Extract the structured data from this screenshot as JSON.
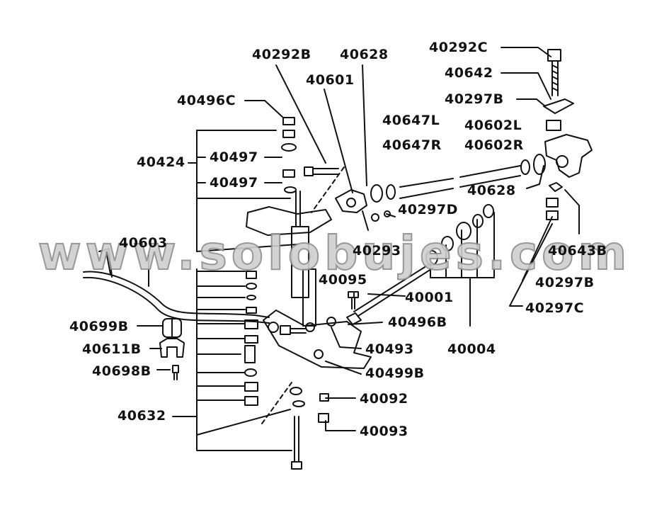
{
  "diagram": {
    "watermark": "www.solobujes.com",
    "labels": {
      "p40292C": "40292C",
      "p40642": "40642",
      "p40297B_top": "40297B",
      "p40628_top": "40628",
      "p40292B": "40292B",
      "p40601": "40601",
      "p40496C": "40496C",
      "p40647L": "40647L",
      "p40647R": "40647R",
      "p40602L": "40602L",
      "p40602R": "40602R",
      "p40424": "40424",
      "p40497_a": "40497",
      "p40497_b": "40497",
      "p40628_mid": "40628",
      "p40297D": "40297D",
      "p40293": "40293",
      "p40603": "40603",
      "p40643B": "40643B",
      "p40095": "40095",
      "p40297B_right": "40297B",
      "p40001": "40001",
      "p40297C": "40297C",
      "p40699B": "40699B",
      "p40496B": "40496B",
      "p40611B": "40611B",
      "p40493": "40493",
      "p40004": "40004",
      "p40698B": "40698B",
      "p40499B": "40499B",
      "p40092": "40092",
      "p40632": "40632",
      "p40093": "40093"
    }
  }
}
